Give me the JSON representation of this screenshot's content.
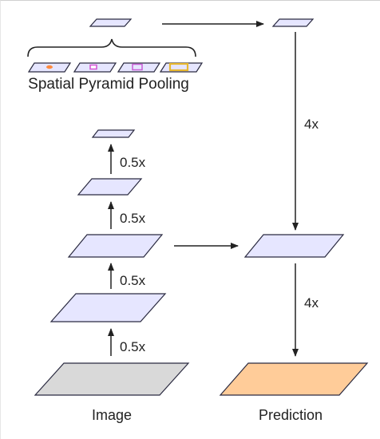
{
  "labels": {
    "spp": "Spatial Pyramid Pooling",
    "image": "Image",
    "prediction": "Prediction",
    "down_factor": "0.5x",
    "up_factor": "4x"
  },
  "colors": {
    "feature_fill": "#e6e6ff",
    "feature_stroke": "#2a2a40",
    "image_fill": "#d9d9d9",
    "prediction_fill": "#ffcc99",
    "arrow": "#222222",
    "pool_dot_1": "#ff8a3d",
    "pool_dot_2": "#d65bd6",
    "pool_dot_3": "#c95fd6",
    "pool_dot_4": "#e8b830"
  }
}
